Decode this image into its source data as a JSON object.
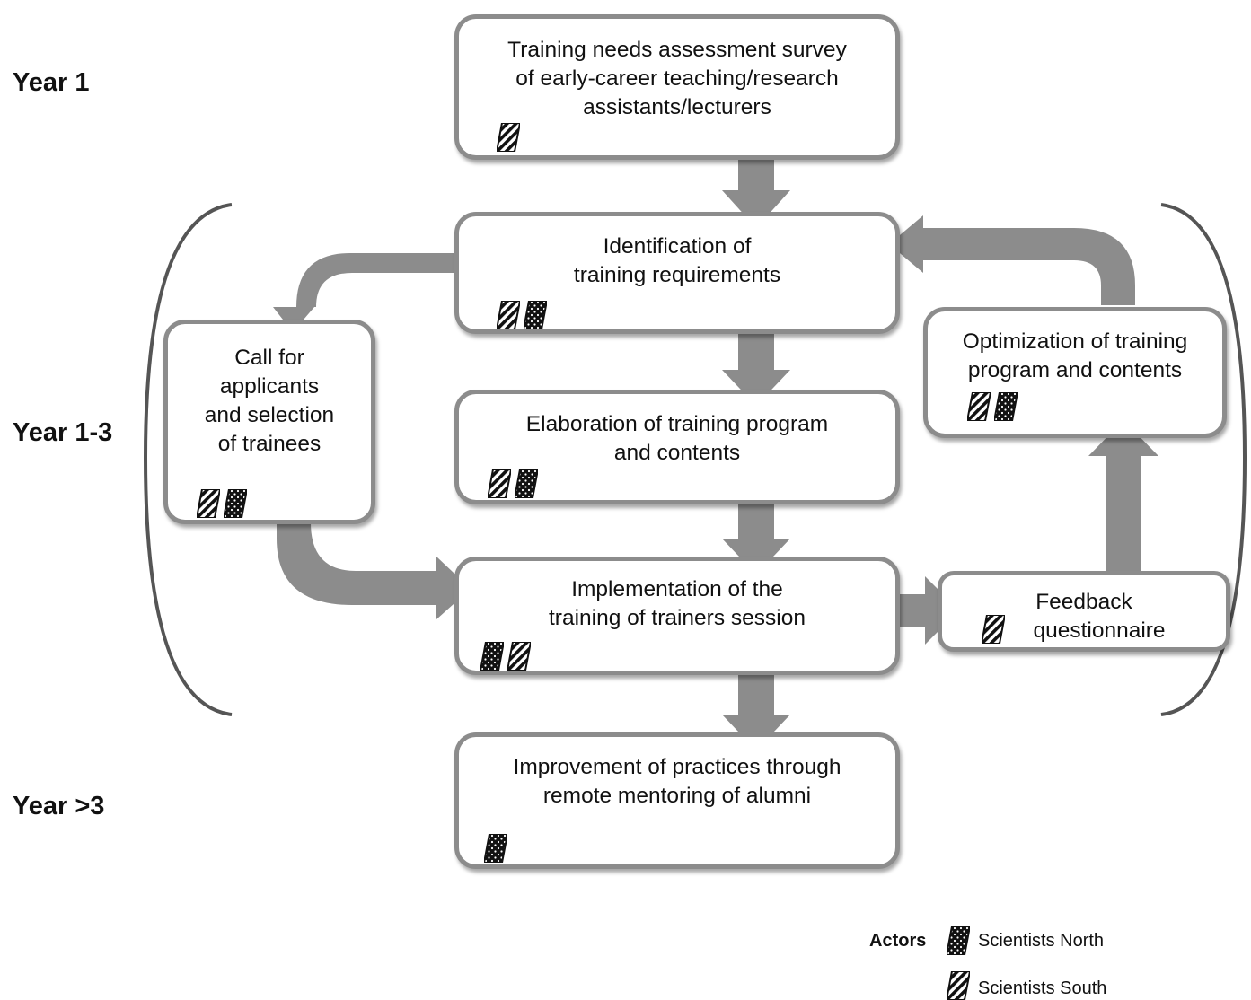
{
  "years": {
    "year1": "Year 1",
    "year13": "Year 1-3",
    "year3plus": "Year >3"
  },
  "boxes": {
    "survey": "Training needs assessment survey\nof early-career teaching/research\nassistants/lecturers",
    "identification": "Identification of\ntraining requirements",
    "call": "Call for\napplicants\nand selection\nof trainees",
    "elaboration": "Elaboration of training program\nand contents",
    "implementation": "Implementation of the\ntraining of trainers session",
    "optimization": "Optimization of training\nprogram and contents",
    "feedback_line1": "Feedback",
    "feedback_line2": "questionnaire",
    "improvement": "Improvement of practices through\nremote mentoring of alumni"
  },
  "legend": {
    "title": "Actors",
    "north": "Scientists North",
    "south": "Scientists South"
  },
  "icons": {
    "north": "dotted-parallelogram-icon",
    "south": "striped-parallelogram-icon"
  },
  "colors": {
    "arrow": "#8c8c8c",
    "box_border": "#8c8c8c",
    "bracket": "#555555"
  }
}
